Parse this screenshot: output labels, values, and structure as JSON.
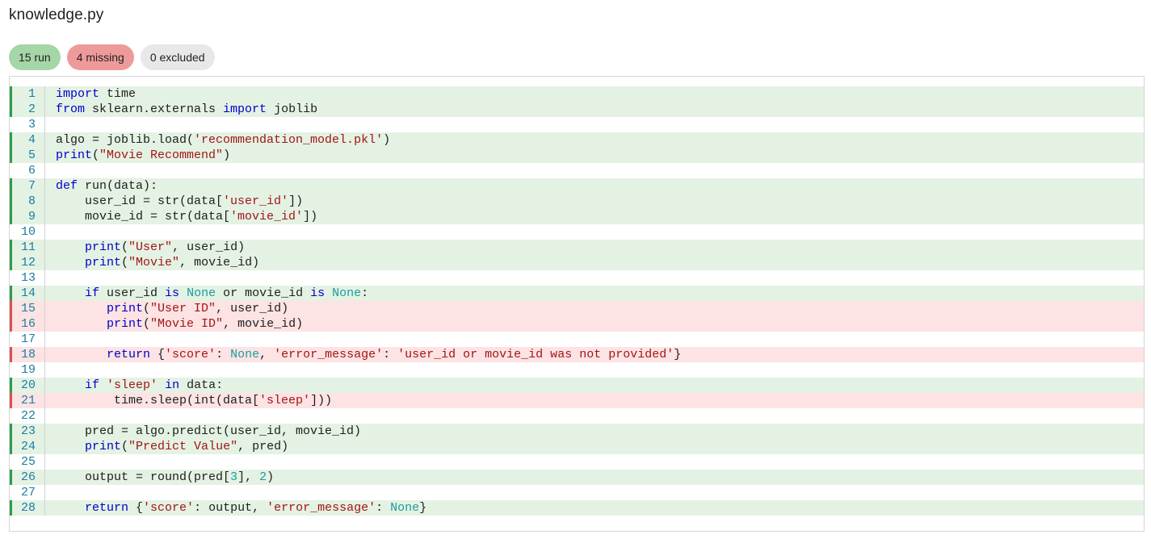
{
  "file": {
    "title": "knowledge.py"
  },
  "badges": {
    "run": "15 run",
    "missing": "4 missing",
    "excluded": "0 excluded"
  },
  "colors": {
    "run_badge": "#a5d6a7",
    "missing_badge": "#ef9a9a",
    "excluded_badge": "#e8e8e8",
    "run_line_bg": "#e4f2e4",
    "missing_line_bg": "#fde3e3",
    "run_marker": "#2e9b4a",
    "missing_marker": "#d9534f",
    "line_number": "#1a7ea0",
    "keyword": "#0000c8",
    "string": "#a31515",
    "constant": "#1a9d9d"
  },
  "code": {
    "lines": [
      {
        "num": "1",
        "status": "run",
        "tokens": [
          {
            "t": "kw",
            "v": "import"
          },
          {
            "t": "plain",
            "v": " time"
          }
        ]
      },
      {
        "num": "2",
        "status": "run",
        "tokens": [
          {
            "t": "kw",
            "v": "from"
          },
          {
            "t": "plain",
            "v": " sklearn.externals "
          },
          {
            "t": "kw",
            "v": "import"
          },
          {
            "t": "plain",
            "v": " joblib"
          }
        ]
      },
      {
        "num": "3",
        "status": "blank",
        "tokens": []
      },
      {
        "num": "4",
        "status": "run",
        "tokens": [
          {
            "t": "plain",
            "v": "algo = joblib.load("
          },
          {
            "t": "str",
            "v": "'recommendation_model.pkl'"
          },
          {
            "t": "plain",
            "v": ")"
          }
        ]
      },
      {
        "num": "5",
        "status": "run",
        "tokens": [
          {
            "t": "kw",
            "v": "print"
          },
          {
            "t": "plain",
            "v": "("
          },
          {
            "t": "str",
            "v": "\"Movie Recommend\""
          },
          {
            "t": "plain",
            "v": ")"
          }
        ]
      },
      {
        "num": "6",
        "status": "blank",
        "tokens": []
      },
      {
        "num": "7",
        "status": "run",
        "tokens": [
          {
            "t": "kw",
            "v": "def"
          },
          {
            "t": "plain",
            "v": " run(data):"
          }
        ]
      },
      {
        "num": "8",
        "status": "run",
        "tokens": [
          {
            "t": "plain",
            "v": "    user_id = str(data["
          },
          {
            "t": "str",
            "v": "'user_id'"
          },
          {
            "t": "plain",
            "v": "])"
          }
        ]
      },
      {
        "num": "9",
        "status": "run",
        "tokens": [
          {
            "t": "plain",
            "v": "    movie_id = str(data["
          },
          {
            "t": "str",
            "v": "'movie_id'"
          },
          {
            "t": "plain",
            "v": "])"
          }
        ]
      },
      {
        "num": "10",
        "status": "blank",
        "tokens": []
      },
      {
        "num": "11",
        "status": "run",
        "tokens": [
          {
            "t": "plain",
            "v": "    "
          },
          {
            "t": "kw",
            "v": "print"
          },
          {
            "t": "plain",
            "v": "("
          },
          {
            "t": "str",
            "v": "\"User\""
          },
          {
            "t": "plain",
            "v": ", user_id)"
          }
        ]
      },
      {
        "num": "12",
        "status": "run",
        "tokens": [
          {
            "t": "plain",
            "v": "    "
          },
          {
            "t": "kw",
            "v": "print"
          },
          {
            "t": "plain",
            "v": "("
          },
          {
            "t": "str",
            "v": "\"Movie\""
          },
          {
            "t": "plain",
            "v": ", movie_id)"
          }
        ]
      },
      {
        "num": "13",
        "status": "blank",
        "tokens": []
      },
      {
        "num": "14",
        "status": "run",
        "tokens": [
          {
            "t": "plain",
            "v": "    "
          },
          {
            "t": "kw",
            "v": "if"
          },
          {
            "t": "plain",
            "v": " user_id "
          },
          {
            "t": "kw",
            "v": "is"
          },
          {
            "t": "plain",
            "v": " "
          },
          {
            "t": "const",
            "v": "None"
          },
          {
            "t": "plain",
            "v": " or movie_id "
          },
          {
            "t": "kw",
            "v": "is"
          },
          {
            "t": "plain",
            "v": " "
          },
          {
            "t": "const",
            "v": "None"
          },
          {
            "t": "plain",
            "v": ":"
          }
        ]
      },
      {
        "num": "15",
        "status": "missing",
        "tokens": [
          {
            "t": "plain",
            "v": "       "
          },
          {
            "t": "kw",
            "v": "print"
          },
          {
            "t": "plain",
            "v": "("
          },
          {
            "t": "str",
            "v": "\"User ID\""
          },
          {
            "t": "plain",
            "v": ", user_id)"
          }
        ]
      },
      {
        "num": "16",
        "status": "missing",
        "tokens": [
          {
            "t": "plain",
            "v": "       "
          },
          {
            "t": "kw",
            "v": "print"
          },
          {
            "t": "plain",
            "v": "("
          },
          {
            "t": "str",
            "v": "\"Movie ID\""
          },
          {
            "t": "plain",
            "v": ", movie_id)"
          }
        ]
      },
      {
        "num": "17",
        "status": "blank",
        "tokens": []
      },
      {
        "num": "18",
        "status": "missing",
        "tokens": [
          {
            "t": "plain",
            "v": "       "
          },
          {
            "t": "kw",
            "v": "return"
          },
          {
            "t": "plain",
            "v": " {"
          },
          {
            "t": "str",
            "v": "'score'"
          },
          {
            "t": "plain",
            "v": ": "
          },
          {
            "t": "const",
            "v": "None"
          },
          {
            "t": "plain",
            "v": ", "
          },
          {
            "t": "str",
            "v": "'error_message'"
          },
          {
            "t": "plain",
            "v": ": "
          },
          {
            "t": "str",
            "v": "'user_id or movie_id was not provided'"
          },
          {
            "t": "plain",
            "v": "}"
          }
        ]
      },
      {
        "num": "19",
        "status": "blank",
        "tokens": []
      },
      {
        "num": "20",
        "status": "run",
        "tokens": [
          {
            "t": "plain",
            "v": "    "
          },
          {
            "t": "kw",
            "v": "if"
          },
          {
            "t": "plain",
            "v": " "
          },
          {
            "t": "str",
            "v": "'sleep'"
          },
          {
            "t": "plain",
            "v": " "
          },
          {
            "t": "kw",
            "v": "in"
          },
          {
            "t": "plain",
            "v": " data:"
          }
        ]
      },
      {
        "num": "21",
        "status": "missing",
        "tokens": [
          {
            "t": "plain",
            "v": "        time.sleep(int(data["
          },
          {
            "t": "str",
            "v": "'sleep'"
          },
          {
            "t": "plain",
            "v": "]))"
          }
        ]
      },
      {
        "num": "22",
        "status": "blank",
        "tokens": []
      },
      {
        "num": "23",
        "status": "run",
        "tokens": [
          {
            "t": "plain",
            "v": "    pred = algo.predict(user_id, movie_id)"
          }
        ]
      },
      {
        "num": "24",
        "status": "run",
        "tokens": [
          {
            "t": "plain",
            "v": "    "
          },
          {
            "t": "kw",
            "v": "print"
          },
          {
            "t": "plain",
            "v": "("
          },
          {
            "t": "str",
            "v": "\"Predict Value\""
          },
          {
            "t": "plain",
            "v": ", pred)"
          }
        ]
      },
      {
        "num": "25",
        "status": "blank",
        "tokens": []
      },
      {
        "num": "26",
        "status": "run",
        "tokens": [
          {
            "t": "plain",
            "v": "    output = round(pred["
          },
          {
            "t": "num",
            "v": "3"
          },
          {
            "t": "plain",
            "v": "], "
          },
          {
            "t": "num",
            "v": "2"
          },
          {
            "t": "plain",
            "v": ")"
          }
        ]
      },
      {
        "num": "27",
        "status": "blank",
        "tokens": []
      },
      {
        "num": "28",
        "status": "run",
        "tokens": [
          {
            "t": "plain",
            "v": "    "
          },
          {
            "t": "kw",
            "v": "return"
          },
          {
            "t": "plain",
            "v": " {"
          },
          {
            "t": "str",
            "v": "'score'"
          },
          {
            "t": "plain",
            "v": ": output, "
          },
          {
            "t": "str",
            "v": "'error_message'"
          },
          {
            "t": "plain",
            "v": ": "
          },
          {
            "t": "const",
            "v": "None"
          },
          {
            "t": "plain",
            "v": "}"
          }
        ]
      }
    ]
  }
}
